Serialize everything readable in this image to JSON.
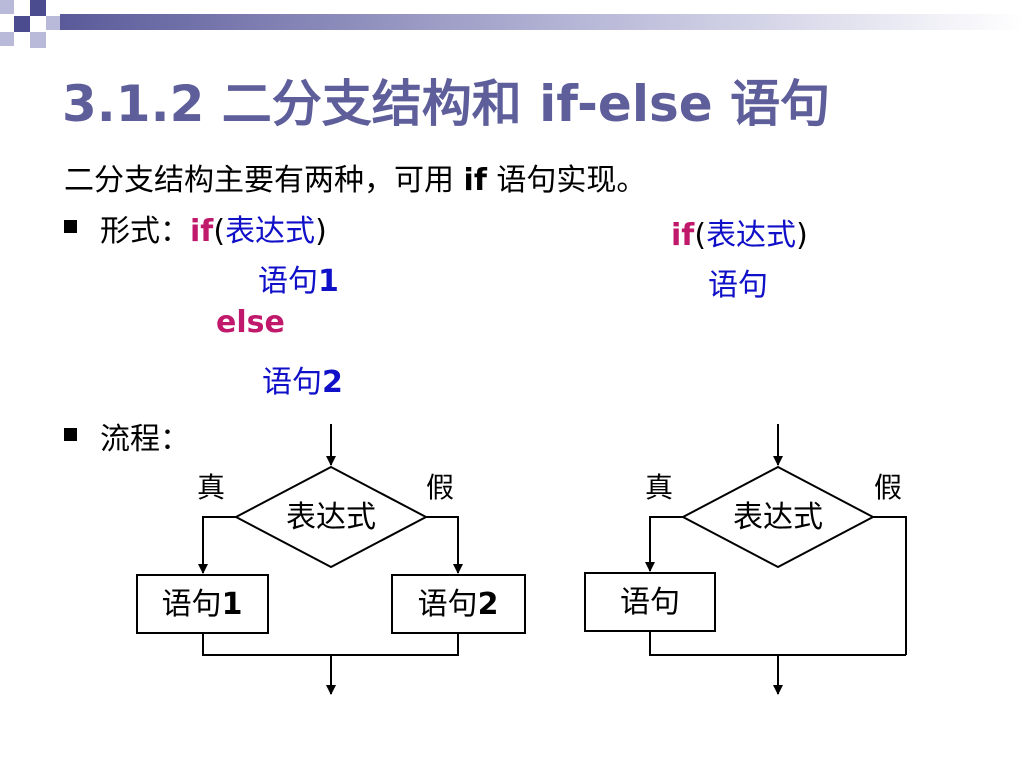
{
  "slide": {
    "title": "3.1.2 二分支结构和 if-else 语句",
    "intro": {
      "before": "二分支结构主要有两种，可用 ",
      "keyword": "if",
      "after": " 语句实现。"
    },
    "form": {
      "label": "形式：",
      "if_kw": "if",
      "open_paren": "(",
      "expr": "表达式",
      "close_paren": ")",
      "stmt1_text": "语句",
      "stmt1_num": "1",
      "else_kw": "else",
      "stmt2_text": "语句",
      "stmt2_num": "2"
    },
    "form_right": {
      "if_kw": "if",
      "open_paren": "(",
      "expr": "表达式",
      "close_paren": ")",
      "stmt": "语句"
    },
    "flow_label": "流程：",
    "flowchart_left": {
      "true_label": "真",
      "false_label": "假",
      "condition": "表达式",
      "box1_text": "语句",
      "box1_num": "1",
      "box2_text": "语句",
      "box2_num": "2"
    },
    "flowchart_right": {
      "true_label": "真",
      "false_label": "假",
      "condition": "表达式",
      "box_text": "语句"
    }
  },
  "colors": {
    "title": "#5e5e9a",
    "keyword": "#c0186a",
    "code_blue": "#1010c8",
    "deco_dark": "#4b4b8f",
    "deco_light": "#b9b9d9"
  }
}
